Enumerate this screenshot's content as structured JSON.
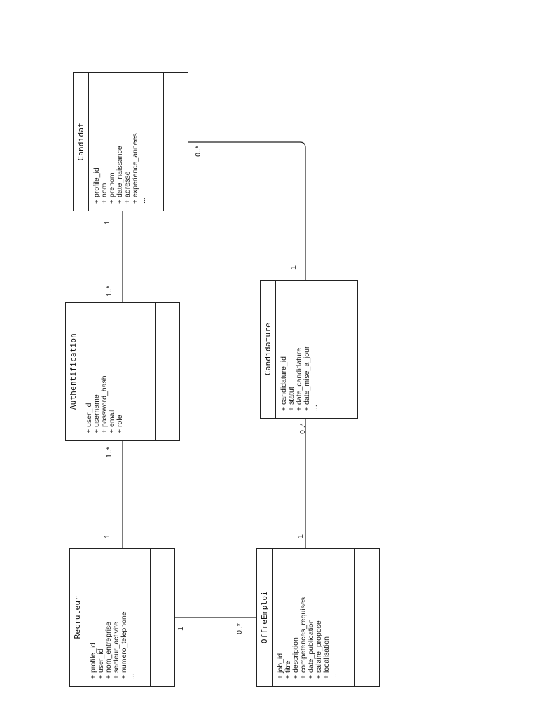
{
  "classes": {
    "candidat": {
      "name": "Candidat",
      "attributes": [
        "+ profile_id",
        "+ nom",
        "+ prenom",
        "+ date_naissance",
        "+ adresse",
        "+ experience_annees",
        "..."
      ]
    },
    "authentification": {
      "name": "Authentification",
      "attributes": [
        "+ user_id",
        "+ username",
        "+ password_hash",
        "+ email",
        "+ role"
      ]
    },
    "candidature": {
      "name": "Candidature",
      "attributes": [
        "+ candidature_id",
        "+ statut",
        "+ date_candidature",
        "+ date_mise_a_jour",
        "..."
      ]
    },
    "recruteur": {
      "name": "Recruteur",
      "attributes": [
        "+ profile_id",
        "+ user_id",
        "+ nom_entreprise",
        "+ secteur_activite",
        "+ numero_telephone",
        "..."
      ]
    },
    "offreemploi": {
      "name": "OffreEmploi",
      "attributes": [
        "+ job_id",
        "+ titre",
        "+ description",
        "+ competences_requises",
        "+ date_publication",
        "+ salaire_propose",
        "+ localisation",
        "..."
      ]
    }
  },
  "multiplicities": {
    "candidat_auth_candidat": "1",
    "candidat_auth_auth": "1..*",
    "recruteur_auth_auth": "1..*",
    "recruteur_auth_recruteur": "1",
    "candidat_candidature_candidat": "0..*",
    "candidat_candidature_candidature": "1",
    "offre_candidature_candidature": "0..*",
    "offre_candidature_offre": "1",
    "recruteur_offre_recruteur": "1",
    "recruteur_offre_offre": "0..*"
  }
}
